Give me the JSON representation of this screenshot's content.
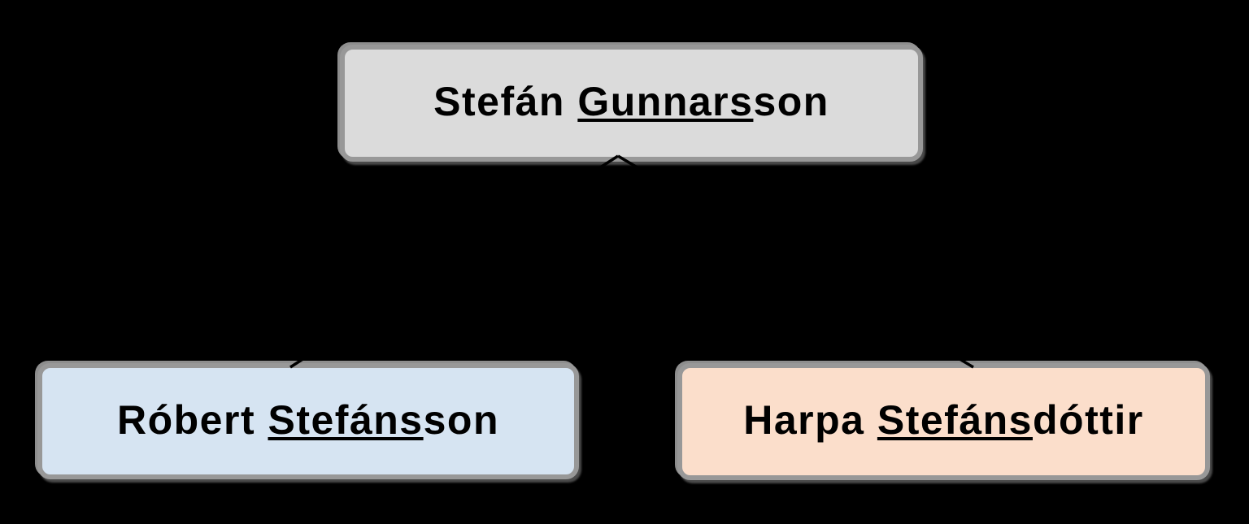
{
  "diagram": {
    "type": "family-tree",
    "description_visible": false,
    "colors": {
      "background": "#000000",
      "node_border": "#989898",
      "text": "#000000",
      "edge": "#000000"
    },
    "nodes": [
      {
        "id": "parent",
        "name_pre": "Stefán ",
        "name_underlined": "Gunnars",
        "name_post": "son",
        "fill": "#dbdbdb"
      },
      {
        "id": "child-left",
        "name_pre": "Róbert ",
        "name_underlined": "Stefáns",
        "name_post": "son",
        "fill": "#d6e4f2"
      },
      {
        "id": "child-right",
        "name_pre": "Harpa ",
        "name_underlined": "Stefáns",
        "name_post": "dóttir",
        "fill": "#fbdecb"
      }
    ],
    "edges": [
      {
        "from": "Stefán Gunnarsson",
        "to": "Róbert Stefánsson"
      },
      {
        "from": "Stefán Gunnarsson",
        "to": "Harpa Stefánsdóttir"
      }
    ]
  }
}
